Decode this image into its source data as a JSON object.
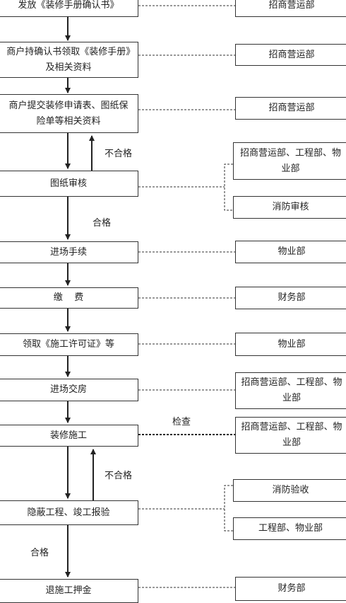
{
  "steps": [
    "发放《装修手册确认书》",
    "商户持确认书领取《装修手册》及相关资料",
    "商户提交装修申请表、图纸保险单等相关资料",
    "图纸审核",
    "进场手续",
    "缴    费",
    "领取《施工许可证》等",
    "进场交房",
    "装修施工",
    "隐蔽工程、竣工报验",
    "退施工押金"
  ],
  "departments": [
    "招商营运部",
    "招商营运部",
    "招商营运部",
    "招商营运部、工程部、物业部",
    "消防审核",
    "物业部",
    "财务部",
    "物业部",
    "招商营运部、工程部、物业部",
    "招商营运部、工程部、物业部",
    "消防验收",
    "工程部、物业部",
    "财务部"
  ],
  "labels": {
    "fail_1": "不合格",
    "pass_1": "合格",
    "inspect": "检查",
    "fail_2": "不合格",
    "pass_2": "合格"
  }
}
